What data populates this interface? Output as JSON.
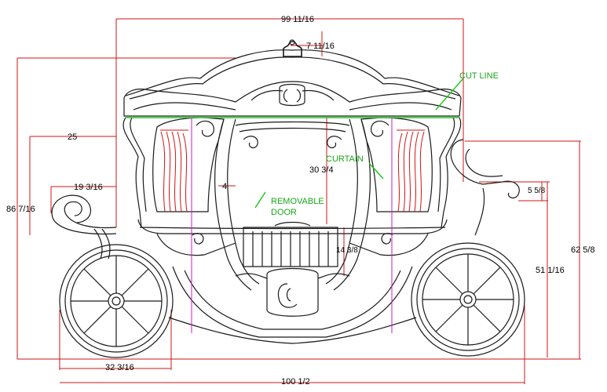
{
  "dimensions": {
    "overall_width": "99 11/16",
    "crown_height": "7 11/16",
    "total_height": "86 7/16",
    "rear_to_cab": "25",
    "rear_step": "19 3/16",
    "door_width": "4",
    "window_height": "30 3/4",
    "step_height": "14 3/8",
    "front_hitch": "5 5/8",
    "front_height_a": "51 1/16",
    "front_height_b": "62 5/8",
    "wheel_base": "32 3/16",
    "overall_length": "100 1/2"
  },
  "labels": {
    "cut_line": "CUT LINE",
    "curtain": "CURTAIN",
    "removable_door_1": "REMOVABLE",
    "removable_door_2": "DOOR"
  }
}
